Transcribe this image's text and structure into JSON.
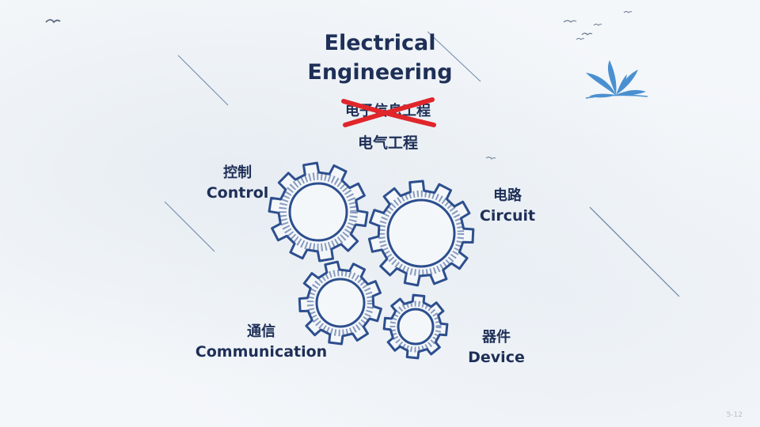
{
  "slide": {
    "title_line1": "Electrical",
    "title_line2": "Engineering",
    "struck_text": "电子信息工程",
    "subtitle": "电气工程",
    "labels": {
      "control_cn": "控制",
      "control_en": "Control",
      "circuit_cn": "电路",
      "circuit_en": "Circuit",
      "communication_cn": "通信",
      "communication_en": "Communication",
      "device_cn": "器件",
      "device_en": "Device"
    },
    "page_number": "5-12"
  },
  "colors": {
    "text": "#1e2f57",
    "gear": "#2d4f8e",
    "strike": "#e0262b",
    "leaf": "#4a90d0"
  }
}
